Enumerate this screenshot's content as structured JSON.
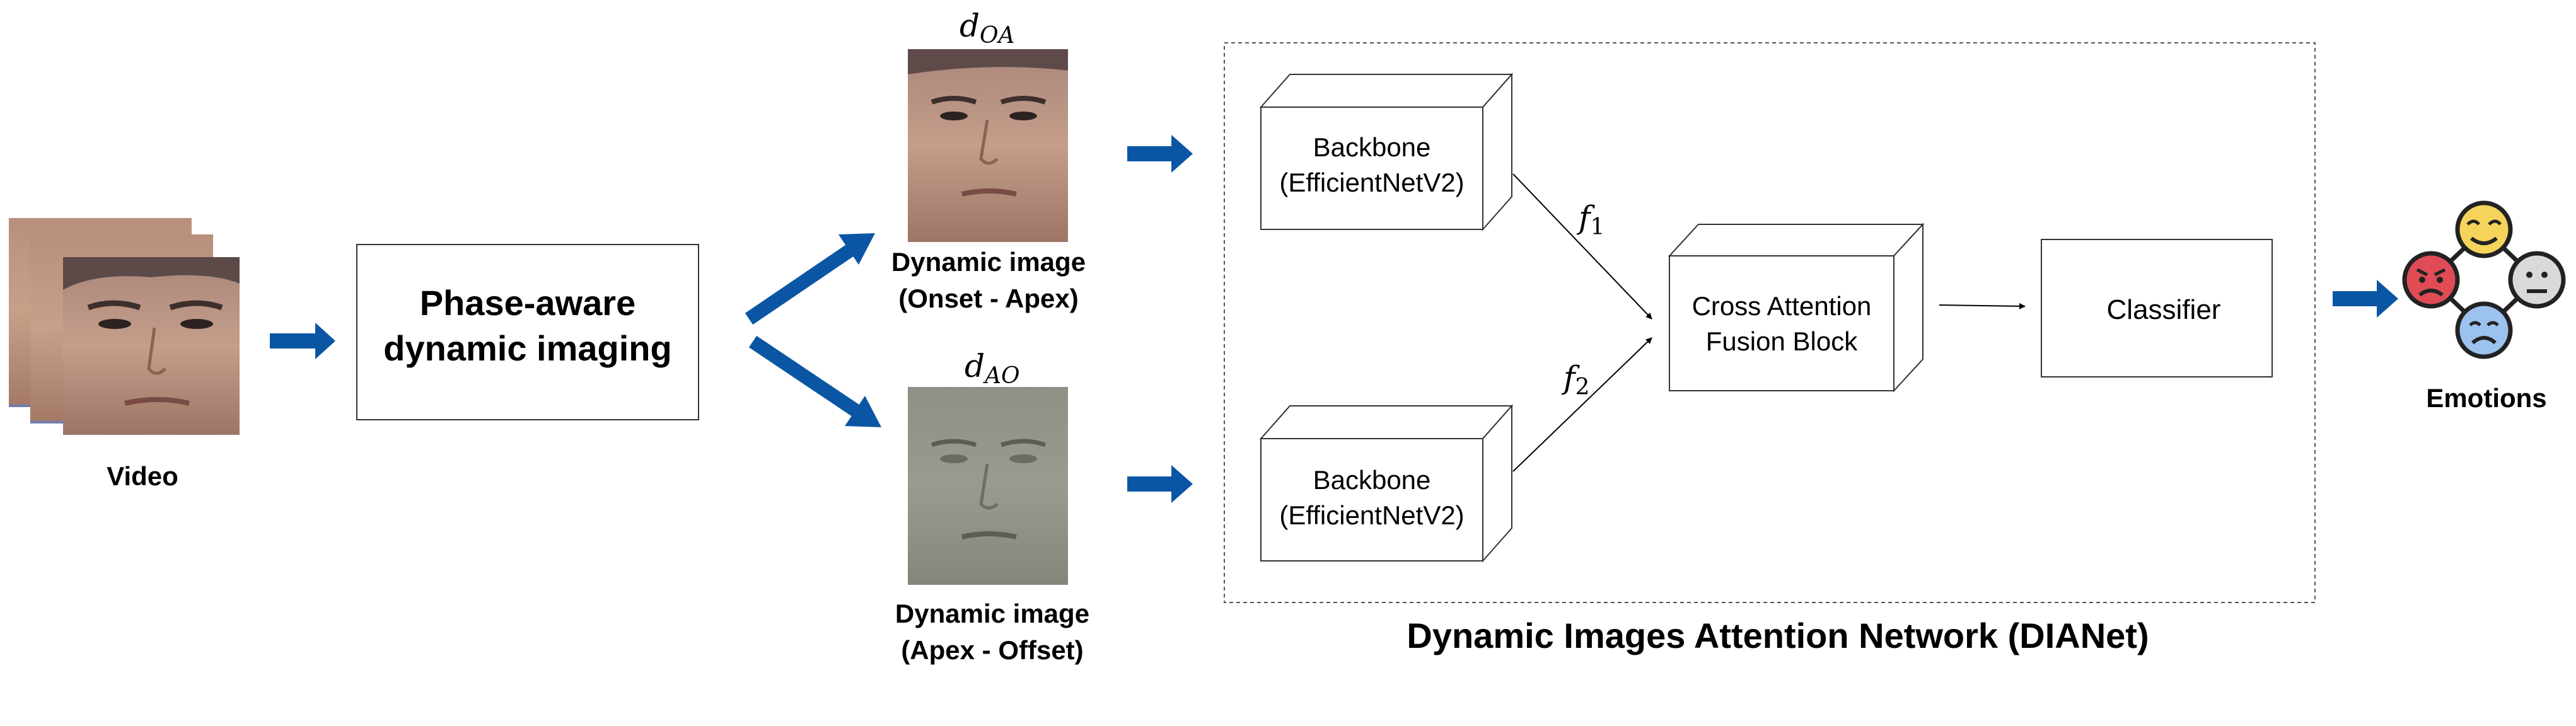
{
  "video": {
    "caption": "Video"
  },
  "phase_box": {
    "line1": "Phase-aware",
    "line2": "dynamic imaging"
  },
  "dyn_onset_apex": {
    "symbol_main": "d",
    "symbol_sub": "OA",
    "caption_line1": "Dynamic image",
    "caption_line2": "(Onset - Apex)"
  },
  "dyn_apex_offset": {
    "symbol_main": "d",
    "symbol_sub": "AO",
    "caption_line1": "Dynamic image",
    "caption_line2": "(Apex - Offset)"
  },
  "backbone_top": {
    "line1": "Backbone",
    "line2": "(EfficientNetV2)"
  },
  "backbone_bottom": {
    "line1": "Backbone",
    "line2": "(EfficientNetV2)"
  },
  "feature_1": {
    "main": "f",
    "sub": "1"
  },
  "feature_2": {
    "main": "f",
    "sub": "2"
  },
  "fusion_block": {
    "line1": "Cross Attention",
    "line2": "Fusion Block"
  },
  "classifier": {
    "label": "Classifier"
  },
  "network": {
    "title": "Dynamic Images Attention Network (DIANet)"
  },
  "emotions": {
    "caption": "Emotions"
  },
  "colors": {
    "arrow_blue": "#0b56a4",
    "emoji_happy": "#f6d35b",
    "emoji_angry": "#e04b55",
    "emoji_neutral": "#d9d9d9",
    "emoji_sad": "#9cc3ef"
  }
}
